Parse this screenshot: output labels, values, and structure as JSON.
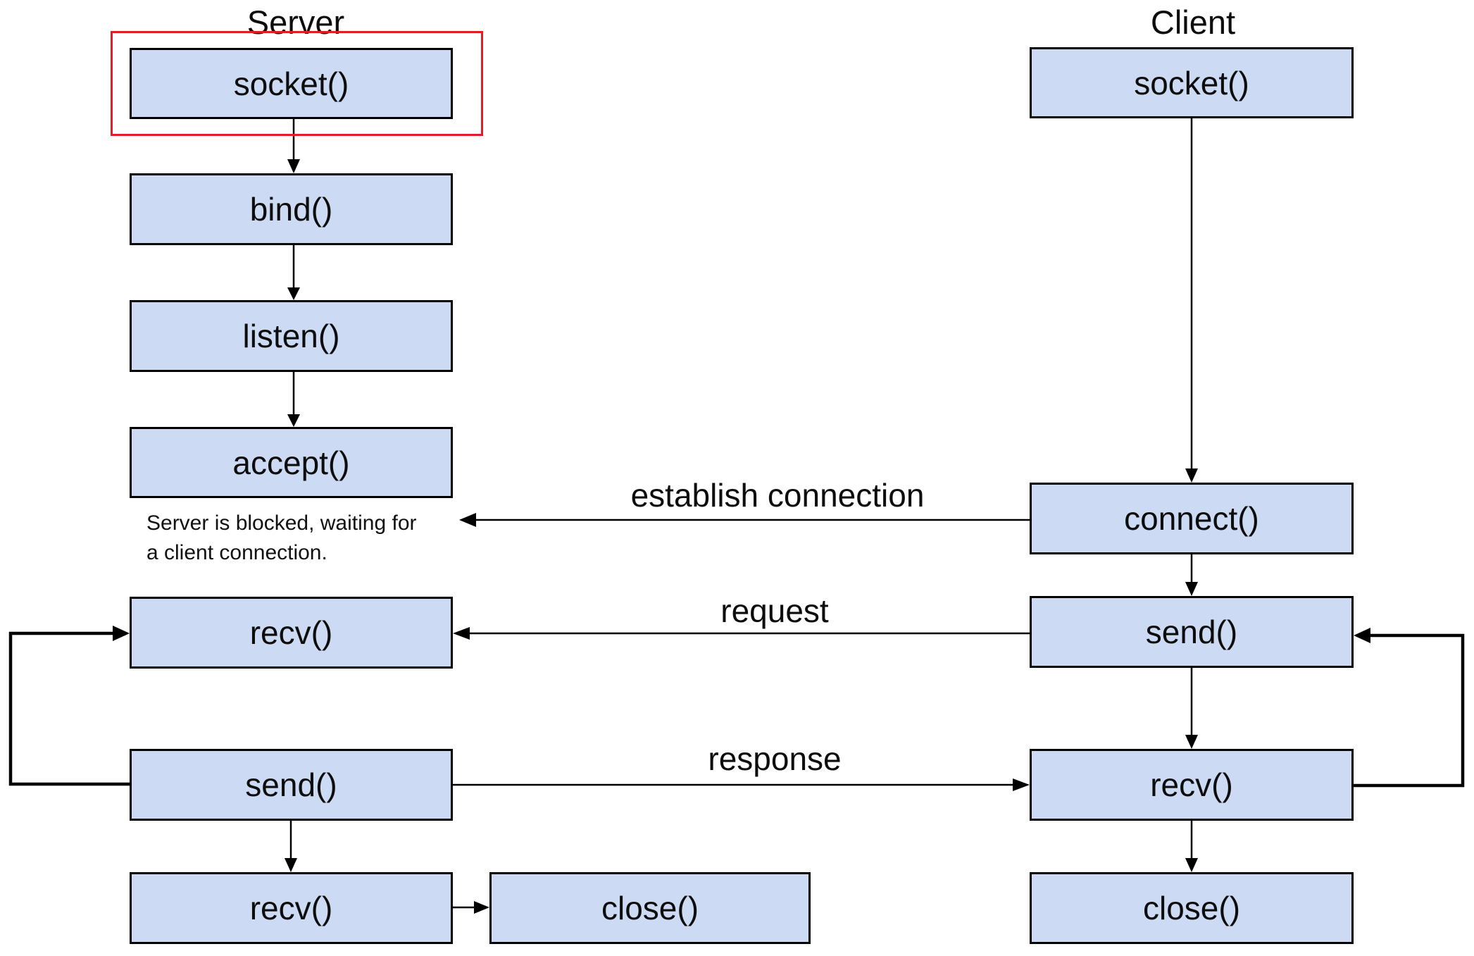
{
  "server": {
    "title": "Server",
    "boxes": {
      "socket": "socket()",
      "bind": "bind()",
      "listen": "listen()",
      "accept": "accept()",
      "recv_top": "recv()",
      "send": "send()",
      "recv_bottom": "recv()",
      "close": "close()"
    },
    "note_lines": [
      "Server is blocked, waiting for",
      "a client connection."
    ]
  },
  "client": {
    "title": "Client",
    "boxes": {
      "socket": "socket()",
      "connect": "connect()",
      "send": "send()",
      "recv": "recv()",
      "close": "close()"
    }
  },
  "flow_labels": {
    "establish_connection": "establish connection",
    "request": "request",
    "response": "response"
  },
  "colors": {
    "box_fill": "#ccdaf3",
    "box_border": "#000000",
    "highlight_outline": "#e21d25",
    "arrow": "#000000",
    "background": "#ffffff"
  }
}
